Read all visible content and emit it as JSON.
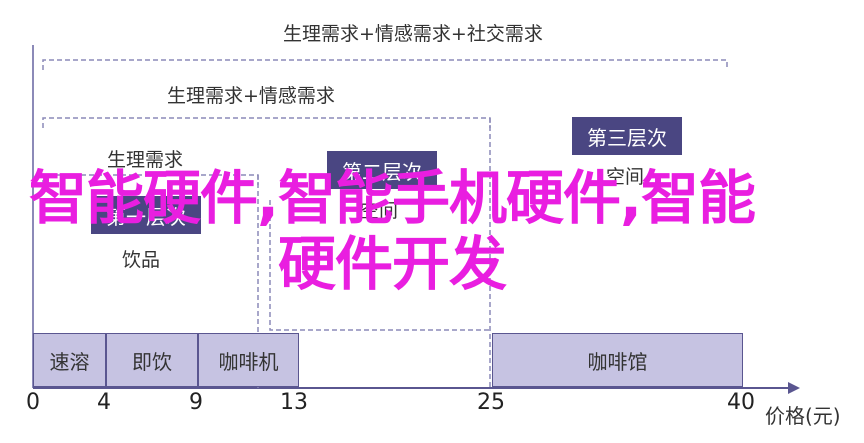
{
  "brackets": {
    "level3": "生理需求+情感需求+社交需求",
    "level2": "生理需求+情感需求",
    "level1": "生理需求"
  },
  "levels": {
    "first": {
      "label": "第一层次",
      "item": "饮品"
    },
    "second": {
      "label": "第二层次",
      "item": "空间"
    },
    "third": {
      "label": "第三层次",
      "item": "空间"
    }
  },
  "segments": [
    {
      "label": "速溶",
      "from": 0,
      "to": 4
    },
    {
      "label": "即饮",
      "from": 4,
      "to": 9
    },
    {
      "label": "咖啡机",
      "from": 9,
      "to": 13
    },
    {
      "label": "咖啡馆",
      "from": 25,
      "to": 40
    }
  ],
  "ticks": [
    "0",
    "4",
    "9",
    "13",
    "25",
    "40"
  ],
  "axis_label": "价格(元)",
  "overlay_text": "智能硬件,智能手机硬件,智能硬件开发",
  "colors": {
    "box_fill": "#c6c3e2",
    "box_border": "#5a5690",
    "dark_label": "#4a4682",
    "overlay": "#e91ee0"
  }
}
